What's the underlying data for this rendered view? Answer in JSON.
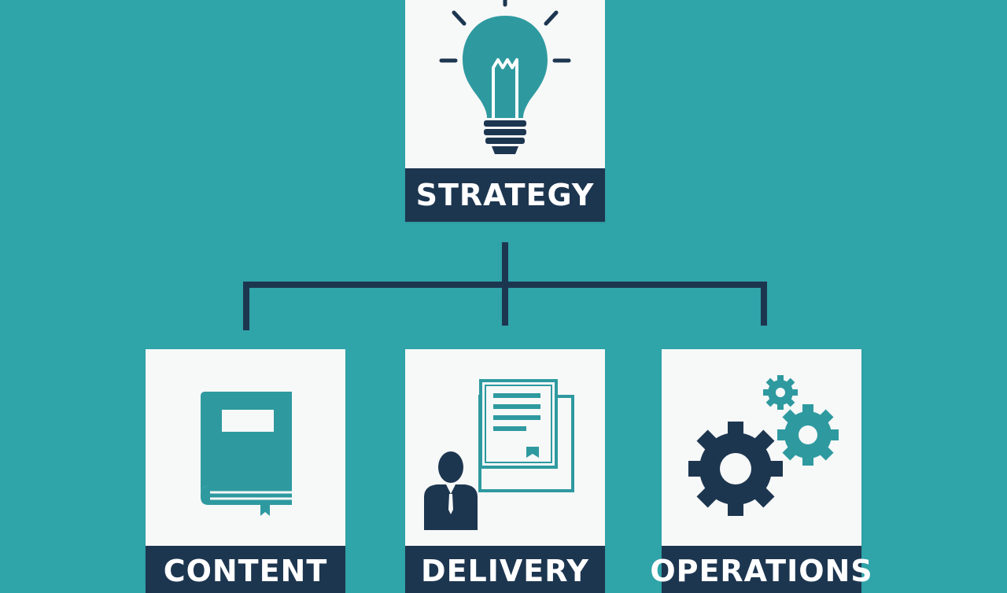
{
  "diagram": {
    "root": {
      "label": "STRATEGY",
      "icon": "lightbulb-icon"
    },
    "children": [
      {
        "label": "CONTENT",
        "icon": "book-icon"
      },
      {
        "label": "DELIVERY",
        "icon": "document-person-icon"
      },
      {
        "label": "OPERATIONS",
        "icon": "gears-icon"
      }
    ]
  },
  "colors": {
    "background": "#2fa4a9",
    "card": "#f7f8f8",
    "label_bar": "#1d3650",
    "icon_teal": "#2e9aa0",
    "icon_navy": "#1d3650"
  }
}
